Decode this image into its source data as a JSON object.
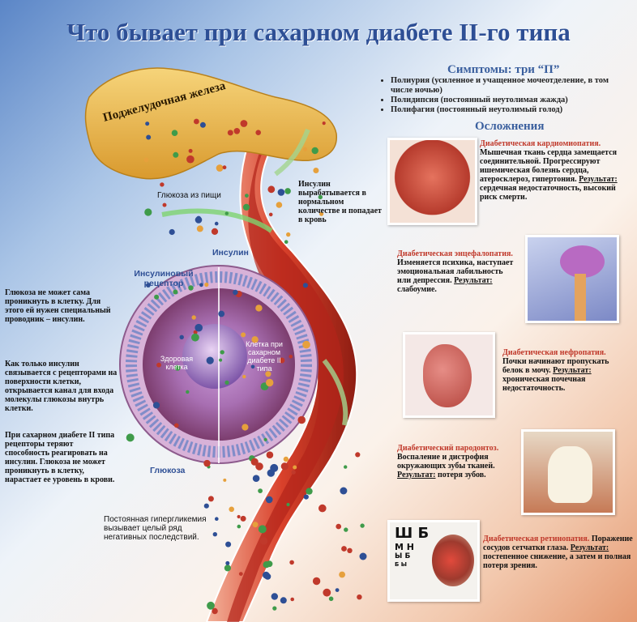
{
  "title": "Что бывает при сахарном диабете II-го типа",
  "pancreas_label": "Поджелудочная железа",
  "symptoms": {
    "heading": "Симптомы: три “П”",
    "items": [
      "Полиурия (усиленное и учащенное мочеотделение, в том числе ночью)",
      "Полидипсия (постоянный неутолимая жажда)",
      "Полифагия (постоянный неутолимый голод)"
    ]
  },
  "complications_heading": "Осложнения",
  "complications": [
    {
      "name": "Диабетическая кардиомиопатия.",
      "text": "Мышечная ткань сердца замещается соединительной. Прогрессируют ишемическая болезнь сердца, атеросклероз, гипертония.",
      "result_label": "Результат:",
      "result": "сердечная недостаточность, высокий риск смерти."
    },
    {
      "name": "Диабетическая энцефалопатия.",
      "text": "Изменяется психика, наступает эмоциональная лабильность или депрессия.",
      "result_label": "Результат:",
      "result": "слабоумие."
    },
    {
      "name": "Диабетическая нефропатия.",
      "text": "Почки начинают пропускать белок в мочу.",
      "result_label": "Результат:",
      "result": "хроническая почечная недостаточность."
    },
    {
      "name": "Диабетический пародонтоз.",
      "text": "Воспаление и дистрофия окружающих зубы тканей.",
      "result_label": "Результат:",
      "result": "потеря зубов."
    },
    {
      "name": "Диабетическая ретинопатия.",
      "text": "Поражение сосудов сетчатки глаза.",
      "result_label": "Результат:",
      "result": "постепенное снижение, а затем и полная потеря зрения."
    }
  ],
  "labels": {
    "glucose_food": "Глюкоза из пищи",
    "insulin_produced": "Инсулин вырабатывается в нормальном количестве и попадает в кровь",
    "insulin": "Инсулин",
    "insulin_receptor": "Инсулиновый рецептор",
    "healthy_cell": "Здоровая клетка",
    "diabetic_cell": "Клетка при сахарном диабете II типа",
    "glucose": "Глюкоза",
    "note1": "Глюкоза не может сама проникнуть в клетку. Для этого ей нужен специальный проводник – инсулин.",
    "note2": "Как только инсулин связывается с рецепторами на поверхности клетки, открывается канал для входа молекулы глюкозы внутрь клетки.",
    "note3": "При сахарном диабете II типа рецепторы теряют способность реагировать на инсулин. Глюкоза не может проникнуть в клетку, нарастает ее уровень в крови.",
    "note4": "Постоянная гипергликемия вызывает целый ряд негативных последствий."
  },
  "eye_chart": [
    "Ш Б",
    "М Н",
    "Ы Б",
    "Б Ы"
  ],
  "colors": {
    "title": "#2e4f95",
    "complication": "#c0392b",
    "vessel": "#d9412b",
    "pancreas": "#e8b44a",
    "cell": "#9b4f8e"
  }
}
